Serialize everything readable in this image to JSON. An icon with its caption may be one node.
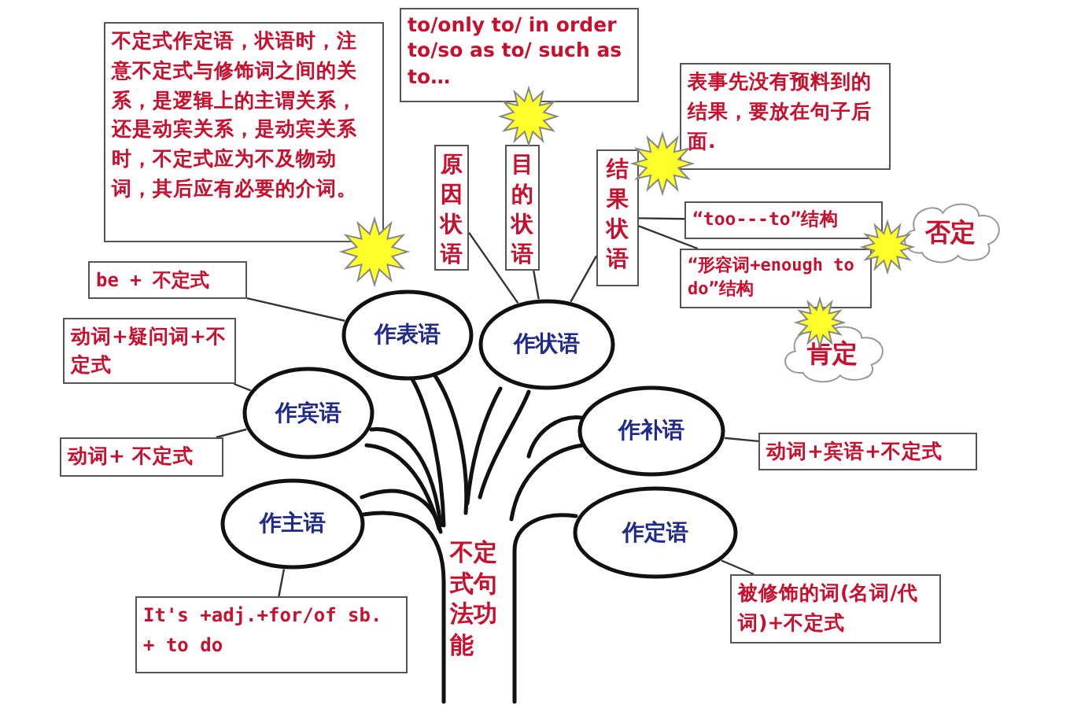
{
  "diagram": {
    "nodes": [
      {
        "text": [
          "不定式作定语，状语时，注意不定式与修饰词之间的关系，是逻辑上的主谓关系，还是动宾关系，是动宾关系时，不定式应为不及物动词，其后应有必要的介词。"
        ]
      },
      {
        "text": [
          "to/only to/ in order to/so as to/ such as to…"
        ]
      },
      {
        "text": [
          "表事先没有预料到的结果，要放在句子后面."
        ]
      },
      {
        "text": [
          "原因状语"
        ]
      },
      {
        "text": [
          "目的状语"
        ]
      },
      {
        "text": [
          "结果状语"
        ]
      },
      {
        "text": [
          "“too---to”结构"
        ]
      },
      {
        "text": [
          "否定"
        ]
      },
      {
        "text": [
          "be + 不定式"
        ]
      },
      {
        "text": [
          "“形容词+enough to do”结构"
        ]
      },
      {
        "text": [
          "作表语"
        ]
      },
      {
        "text": [
          "作状语"
        ]
      },
      {
        "text": [
          "肯定"
        ]
      },
      {
        "text": [
          "动词+疑问词+不定式"
        ]
      },
      {
        "text": [
          "作宾语"
        ]
      },
      {
        "text": [
          "作补语"
        ]
      },
      {
        "text": [
          "动词+宾语+不定式"
        ]
      },
      {
        "text": [
          "动词+ 不定式"
        ]
      },
      {
        "text": [
          "作主语"
        ]
      },
      {
        "text": [
          "作定语"
        ]
      },
      {
        "text": [
          "被修饰的词(名词/代词)+不定式"
        ]
      },
      {
        "text": [
          "It's +adj.+for/of sb. + to do"
        ]
      }
    ],
    "edges": [
      {
        "from": 8,
        "to": 10,
        "arrow": "none"
      },
      {
        "from": 13,
        "to": 14,
        "arrow": "none"
      },
      {
        "from": 17,
        "to": 14,
        "arrow": "none"
      },
      {
        "from": 21,
        "to": 18,
        "arrow": "none"
      },
      {
        "from": 16,
        "to": 15,
        "arrow": "none"
      },
      {
        "from": 20,
        "to": 19,
        "arrow": "none"
      },
      {
        "from": 3,
        "to": 11,
        "arrow": "none"
      },
      {
        "from": 4,
        "to": 11,
        "arrow": "none"
      },
      {
        "from": 5,
        "to": 11,
        "arrow": "none"
      },
      {
        "from": 5,
        "to": 6,
        "arrow": "none"
      },
      {
        "from": 5,
        "to": 9,
        "arrow": "none"
      }
    ],
    "labels": [
      "不定式句法功能"
    ]
  }
}
